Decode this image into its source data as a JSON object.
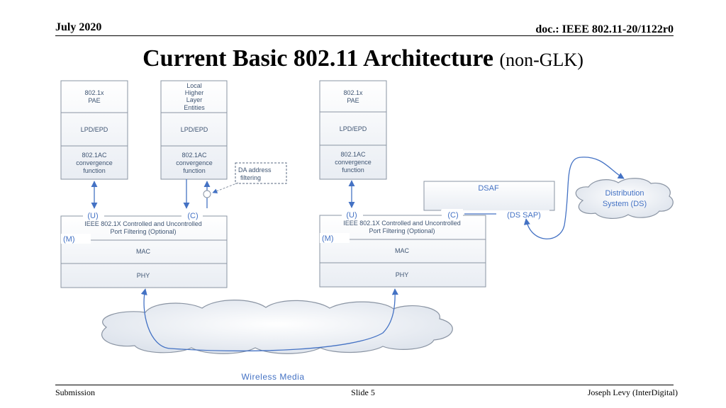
{
  "header": {
    "date": "July 2020",
    "doc": "doc.: IEEE 802.11-20/1122r0"
  },
  "title": {
    "main": "Current Basic 802.11 Architecture",
    "sub": "(non-GLK)"
  },
  "footer": {
    "left": "Submission",
    "center": "Slide 5",
    "right": "Joseph Levy (InterDigital)"
  },
  "diagram": {
    "stack1": {
      "pae": [
        "802.1x",
        "PAE"
      ],
      "lpd": "LPD/EPD",
      "conv": [
        "802.1AC",
        "convergence",
        "function"
      ]
    },
    "stack2": {
      "higher": [
        "Local",
        "Higher",
        "Layer",
        "Entities"
      ],
      "lpd": "LPD/EPD",
      "conv": [
        "802.1AC",
        "convergence",
        "function"
      ]
    },
    "stack3": {
      "pae": [
        "802.1x",
        "PAE"
      ],
      "lpd": "LPD/EPD",
      "conv": [
        "802.1AC",
        "convergence",
        "function"
      ]
    },
    "da_filter": [
      "DA address",
      "filtering"
    ],
    "dsaf": "DSAF",
    "ds_sap": "(DS SAP)",
    "ds_cloud": [
      "Distribution",
      "System (DS)"
    ],
    "port_u": "(U)",
    "port_c": "(C)",
    "port_m": "(M)",
    "port_filter": [
      "IEEE 802.1X Controlled and Uncontrolled",
      "Port Filtering (Optional)"
    ],
    "mac": "MAC",
    "phy": "PHY",
    "wireless": "Wireless Media"
  }
}
